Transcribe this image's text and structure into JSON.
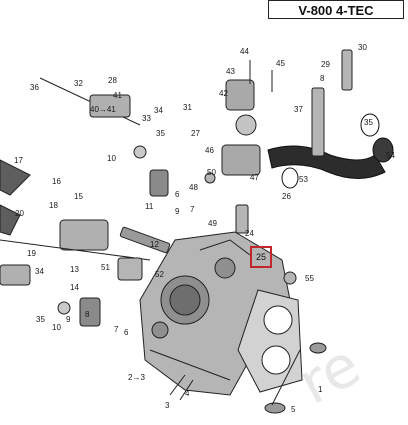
{
  "header": {
    "model": "V-800 4-TEC"
  },
  "highlighted_callout": "25",
  "watermark_text": "re",
  "callouts": [
    "44",
    "30",
    "43",
    "45",
    "29",
    "42",
    "8",
    "28",
    "36",
    "32",
    "31",
    "41",
    "37",
    "27",
    "40→41",
    "34",
    "33",
    "35",
    "35",
    "46",
    "54",
    "10",
    "17",
    "50",
    "53",
    "47",
    "6",
    "16",
    "9",
    "48",
    "49",
    "26",
    "18",
    "15",
    "11",
    "7",
    "20",
    "24",
    "12",
    "51",
    "19",
    "52",
    "34",
    "13",
    "55",
    "14",
    "35",
    "9",
    "8",
    "7",
    "10",
    "6",
    "2→3",
    "4",
    "3",
    "1",
    "5"
  ]
}
